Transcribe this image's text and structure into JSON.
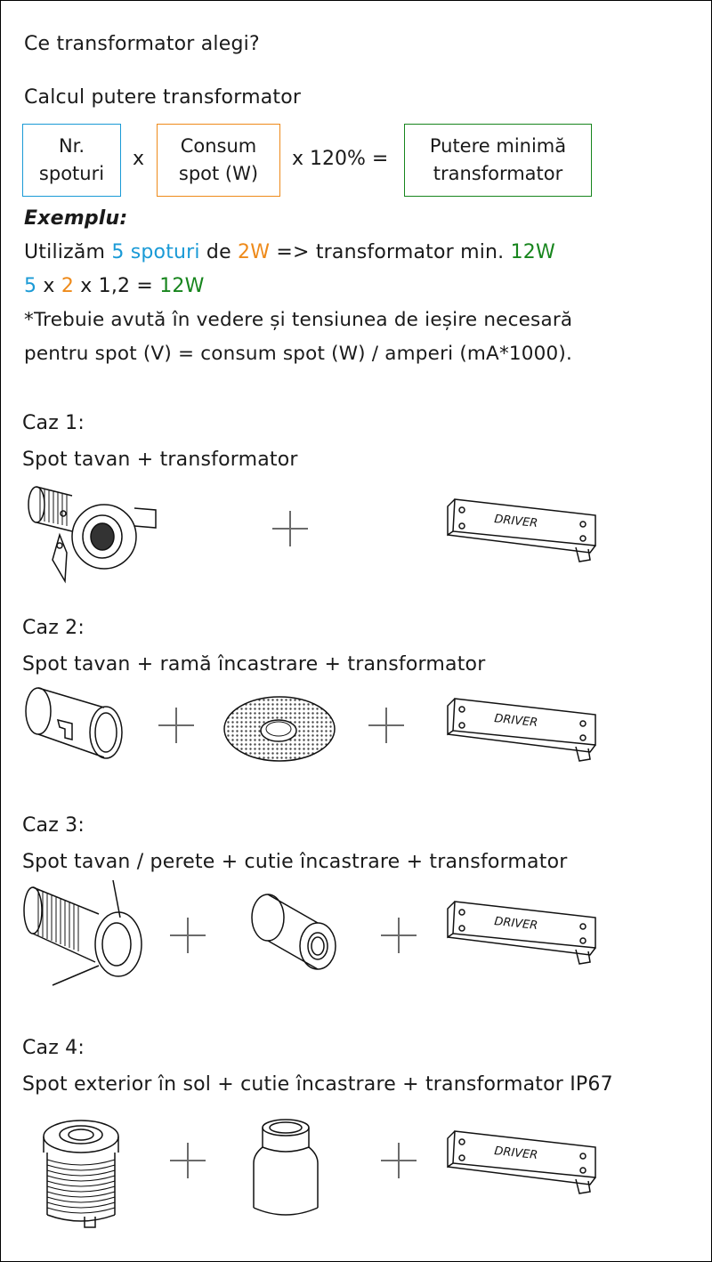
{
  "heading": "Ce transformator alegi?",
  "calc_title": "Calcul putere transformator",
  "formula": {
    "box1_line1": "Nr.",
    "box1_line2": "spoturi",
    "op1": "x",
    "box2_line1": "Consum",
    "box2_line2": "spot (W)",
    "op2": "x 120% =",
    "box3_line1": "Putere minimă",
    "box3_line2": "transformator",
    "colors": {
      "box1": "#1a9ad6",
      "box2": "#ee8a1a",
      "box3": "#17851d"
    }
  },
  "example": {
    "label": "Exemplu:",
    "line1_a": "Utilizăm ",
    "line1_b": "5 spoturi",
    "line1_c": " de ",
    "line1_d": "2W",
    "line1_e": " => transformator min. ",
    "line1_f": "12W",
    "line2_a": "5",
    "line2_b": " x ",
    "line2_c": "2",
    "line2_d": " x 1,2 = ",
    "line2_e": "12W",
    "note1": "*Trebuie avută în vedere și tensiunea de ieșire necesară",
    "note2": "pentru spot (V) = consum spot (W) / amperi (mA*1000)."
  },
  "cases": [
    {
      "label": "Caz 1:",
      "description": "Spot tavan + transformator",
      "items": [
        "spot-tavan-icon",
        "driver-icon"
      ]
    },
    {
      "label": "Caz 2:",
      "description": "Spot tavan + ramă încastrare + transformator",
      "items": [
        "spot-tube-icon",
        "frame-icon",
        "driver-icon"
      ]
    },
    {
      "label": "Caz 3:",
      "description": "Spot tavan / perete + cutie încastrare + transformator",
      "items": [
        "spot-wall-icon",
        "box-icon",
        "driver-icon"
      ]
    },
    {
      "label": "Caz 4:",
      "description": "Spot exterior în sol + cutie încastrare + transformator IP67",
      "items": [
        "ground-spot-icon",
        "box-tall-icon",
        "driver-icon"
      ]
    }
  ],
  "driver_label": "DRIVER"
}
